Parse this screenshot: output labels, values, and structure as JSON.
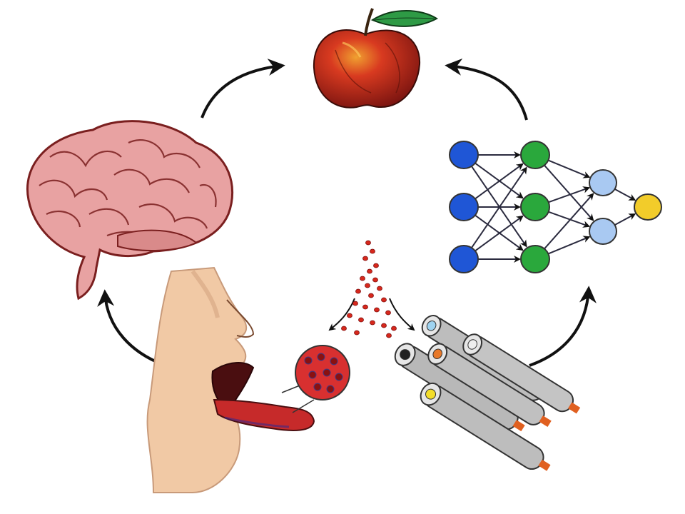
{
  "diagram": {
    "nodes": [
      {
        "id": "apple",
        "icon": "apple-icon"
      },
      {
        "id": "brain",
        "icon": "brain-icon"
      },
      {
        "id": "mouth",
        "icon": "open-mouth-tongue-icon"
      },
      {
        "id": "taste-particles",
        "icon": "particles-icon"
      },
      {
        "id": "sensors",
        "icon": "gas-sensor-tubes-icon"
      },
      {
        "id": "network",
        "icon": "neural-network-icon"
      }
    ],
    "network_layers": [
      3,
      3,
      2,
      1
    ],
    "colors": {
      "arrow": "#111111",
      "apple": "#c8281c",
      "apple_leaf": "#2e9a45",
      "brain": "#e8a2a2",
      "brain_outline": "#7a1f1f",
      "skin": "#f1c9a5",
      "tongue": "#c62a2a",
      "particle": "#d6281c",
      "tube": "#bdbdbd",
      "tube_outline": "#333333",
      "tube_tip": "#e06020",
      "sensor_colors": [
        "#9fd3f0",
        "#222222",
        "#e8792a",
        "#e6e6e6",
        "#f3dd2a"
      ],
      "layer_input": "#1f56d6",
      "layer_hidden1": "#2aa83c",
      "layer_hidden2": "#a9c9f2",
      "layer_output": "#f2cc2a",
      "edge": "#2b2b3f"
    }
  }
}
